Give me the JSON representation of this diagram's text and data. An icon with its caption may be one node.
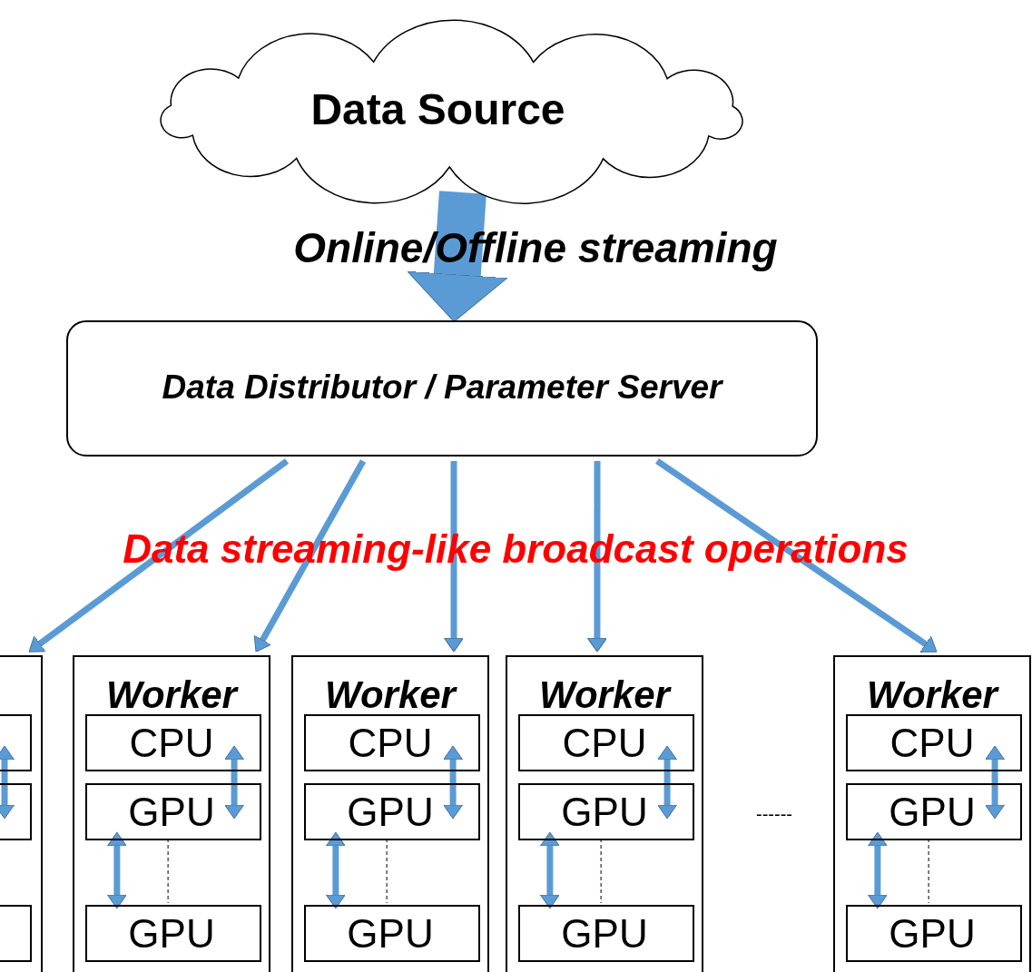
{
  "diagram": {
    "nodes": [
      {
        "text": [
          "Data Source"
        ]
      },
      {
        "text": [
          "Data Distributor / Parameter Server"
        ]
      },
      {
        "text": [],
        "shape": "box"
      },
      {
        "text": [],
        "shape": "box",
        "in": 2
      },
      {
        "text": [],
        "shape": "box",
        "in": 2
      },
      {
        "text": [],
        "shape": "box",
        "in": 2
      },
      {
        "text": [
          "Worker"
        ]
      },
      {
        "text": [
          "CPU"
        ],
        "in": 6
      },
      {
        "text": [
          "GPU"
        ],
        "in": 6
      },
      {
        "text": [
          "GPU"
        ],
        "in": 6
      },
      {
        "text": [
          "Worker"
        ]
      },
      {
        "text": [
          "CPU"
        ],
        "in": 10
      },
      {
        "text": [
          "GPU"
        ],
        "in": 10
      },
      {
        "text": [
          "GPU"
        ],
        "in": 10
      },
      {
        "text": [
          "Worker"
        ]
      },
      {
        "text": [
          "CPU"
        ],
        "in": 14
      },
      {
        "text": [
          "GPU"
        ],
        "in": 14
      },
      {
        "text": [
          "GPU"
        ],
        "in": 14
      },
      {
        "text": [
          "Worker"
        ]
      },
      {
        "text": [
          "CPU"
        ],
        "in": 18
      },
      {
        "text": [
          "GPU"
        ],
        "in": 18
      },
      {
        "text": [
          "GPU"
        ],
        "in": 18
      }
    ],
    "edges": [
      {
        "from": 0,
        "to": 1,
        "arrow": "to",
        "label": "Online/Offline streaming",
        "style": "thick"
      },
      {
        "from": 1,
        "to": 2,
        "arrow": "to"
      },
      {
        "from": 1,
        "to": 6,
        "arrow": "to"
      },
      {
        "from": 1,
        "to": 10,
        "arrow": "to"
      },
      {
        "from": 1,
        "to": 14,
        "arrow": "to"
      },
      {
        "from": 1,
        "to": 18,
        "arrow": "to"
      },
      {
        "from": 3,
        "to": 4,
        "arrow": "both"
      },
      {
        "from": 7,
        "to": 8,
        "arrow": "both"
      },
      {
        "from": 8,
        "to": 9,
        "arrow": "both"
      },
      {
        "from": 8,
        "to": 9,
        "arrow": "none",
        "style": "dashed",
        "color": "#000000"
      },
      {
        "from": 11,
        "to": 12,
        "arrow": "both"
      },
      {
        "from": 12,
        "to": 13,
        "arrow": "both"
      },
      {
        "from": 12,
        "to": 13,
        "arrow": "none",
        "style": "dashed",
        "color": "#000000"
      },
      {
        "from": 15,
        "to": 16,
        "arrow": "both"
      },
      {
        "from": 16,
        "to": 17,
        "arrow": "both"
      },
      {
        "from": 16,
        "to": 17,
        "arrow": "none",
        "style": "dashed",
        "color": "#000000"
      },
      {
        "from": 19,
        "to": 20,
        "arrow": "both"
      },
      {
        "from": 20,
        "to": 21,
        "arrow": "both"
      },
      {
        "from": 20,
        "to": 21,
        "arrow": "none",
        "style": "dashed",
        "color": "#000000"
      }
    ],
    "labels": [
      "Data streaming-like broadcast operations",
      "------"
    ]
  }
}
